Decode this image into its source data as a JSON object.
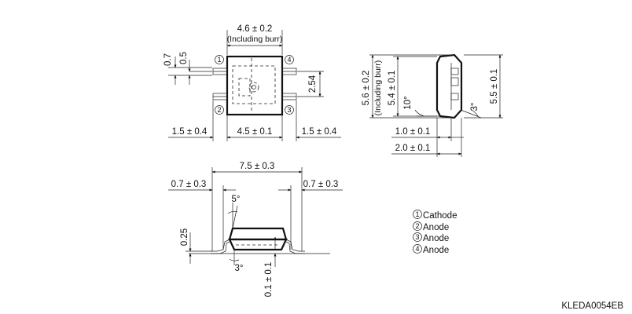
{
  "top_view": {
    "width_dim": "4.6 ± 0.2",
    "width_note": "(Including burr)",
    "dim_0_7": "0.7",
    "dim_0_5": "0.5",
    "pitch": "2.54",
    "lead_left": "1.5 ± 0.4",
    "body": "4.5 ± 0.1",
    "lead_right": "1.5 ± 0.4",
    "pins": [
      "1",
      "2",
      "3",
      "4"
    ]
  },
  "side_view": {
    "height_dim": "5.6 ± 0.2",
    "height_note": "(Including burr)",
    "body_dim": "5.4 ± 0.1",
    "total_dim": "5.5 ± 0.1",
    "angle_10": "10°",
    "angle_3": "3°",
    "dim_1_0": "1.0 ± 0.1",
    "dim_2_0": "2.0 ± 0.1"
  },
  "front_view": {
    "span": "7.5 ± 0.3",
    "left_lead": "0.7 ± 0.3",
    "right_lead": "0.7 ± 0.3",
    "angle_5": "5°",
    "dim_0_25": "0.25",
    "angle_3": "3°",
    "standoff": "0.1 ± 0.1"
  },
  "legend": [
    {
      "num": "1",
      "label": "Cathode"
    },
    {
      "num": "2",
      "label": "Anode"
    },
    {
      "num": "3",
      "label": "Anode"
    },
    {
      "num": "4",
      "label": "Anode"
    }
  ],
  "doc_code": "KLEDA0054EB"
}
